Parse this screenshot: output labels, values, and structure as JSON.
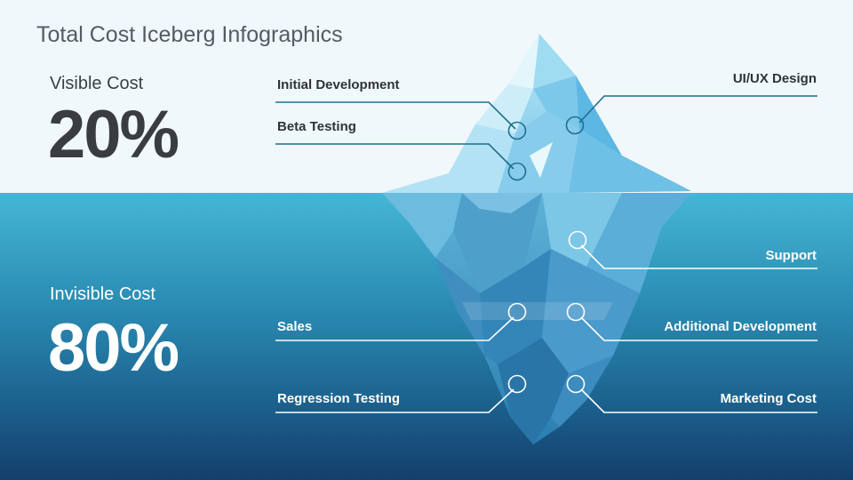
{
  "title": "Total Cost Iceberg Infographics",
  "visible": {
    "label": "Visible Cost",
    "value": "20%"
  },
  "invisible": {
    "label": "Invisible Cost",
    "value": "80%"
  },
  "callouts": {
    "initial_development": "Initial Development",
    "beta_testing": "Beta Testing",
    "ui_ux_design": "UI/UX Design",
    "support": "Support",
    "sales": "Sales",
    "additional_development": "Additional Development",
    "regression_testing": "Regression Testing",
    "marketing_cost": "Marketing Cost"
  },
  "colors": {
    "sky": "#f1f8fb",
    "sea_top": "#45b6d5",
    "sea_bottom": "#143f6c",
    "line_above": "#1f6f8f",
    "line_below": "#ffffff"
  }
}
